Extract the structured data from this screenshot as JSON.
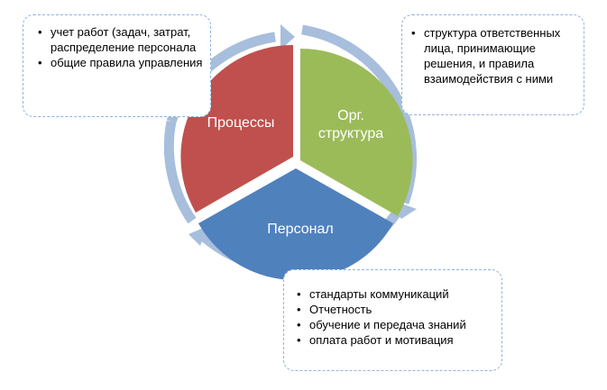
{
  "segments": {
    "processes": {
      "label": "Процессы",
      "color": "#c0504d"
    },
    "org": {
      "label": "Орг. структура",
      "color": "#9bbb59"
    },
    "personnel": {
      "label": "Персонал",
      "color": "#4f81bd"
    }
  },
  "ring_color": "#a7bedc",
  "note_border_color": "#8eb4e3",
  "notes": {
    "top_left": [
      "учет работ (задач, затрат, распределение персонала",
      "общие правила управления"
    ],
    "top_right": [
      "структура ответственных лица, принимающие решения, и правила взаимодействия с ними"
    ],
    "bottom": [
      "стандарты коммуникаций",
      "Отчетность",
      "обучение и передача знаний",
      "оплата работ и мотивация"
    ]
  }
}
